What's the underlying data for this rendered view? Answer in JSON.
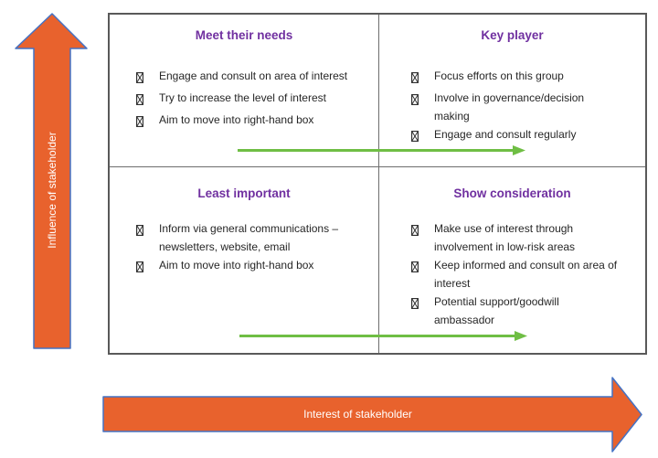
{
  "axes": {
    "y_label": "Influence of stakeholder",
    "x_label": "Interest of stakeholder"
  },
  "quadrants": [
    {
      "position": "top-left",
      "title": "Meet their needs",
      "bullets": [
        "Engage and consult on area of interest",
        "Try to increase the level of interest",
        "Aim to move into right-hand box"
      ]
    },
    {
      "position": "top-right",
      "title": "Key player",
      "bullets": [
        "Focus efforts on this group",
        "Involve in governance/decision\nmaking",
        "Engage and consult regularly"
      ]
    },
    {
      "position": "bottom-left",
      "title": "Least important",
      "bullets": [
        "Inform via general communications –\nnewsletters, website, email",
        "Aim to move into right-hand box"
      ]
    },
    {
      "position": "bottom-right",
      "title": "Show consideration",
      "bullets": [
        "Make use of interest through\ninvolvement in low-risk areas",
        "Keep informed and consult on area of\ninterest",
        "Potential support/goodwill\nambassador"
      ]
    }
  ],
  "colors": {
    "quadrant_title": "#7030A0",
    "axis_arrow_fill": "#E8622D",
    "axis_arrow_stroke": "#4472C4",
    "progress_arrow_green": "#6FBE44",
    "matrix_border": "#595959",
    "body_text": "#262626"
  }
}
